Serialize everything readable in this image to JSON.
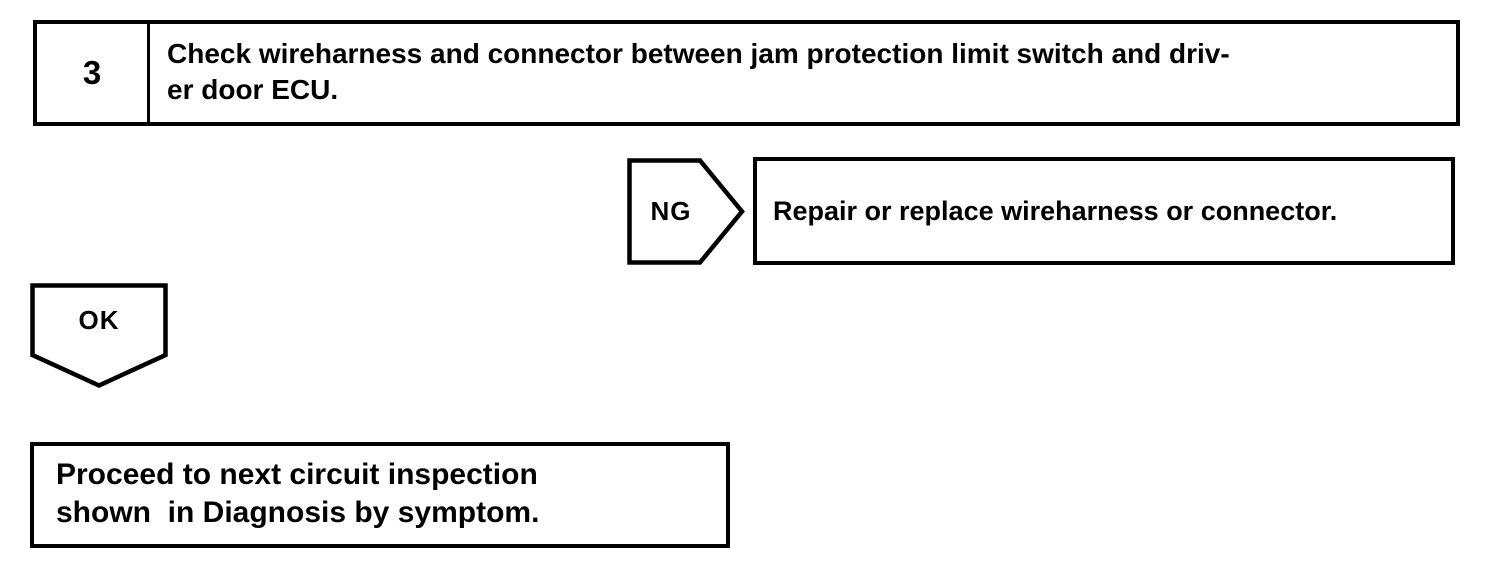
{
  "flowchart": {
    "colors": {
      "line": "#000000",
      "background": "#ffffff"
    },
    "step": {
      "number": "3",
      "instruction": "Check wireharness and connector between jam protection limit switch and driv-\ner door ECU."
    },
    "ng_branch": {
      "label": "NG",
      "action": "Repair or replace wireharness or connector."
    },
    "ok_branch": {
      "label": "OK",
      "action": "Proceed to next circuit inspection\nshown  in Diagnosis by symptom."
    }
  }
}
